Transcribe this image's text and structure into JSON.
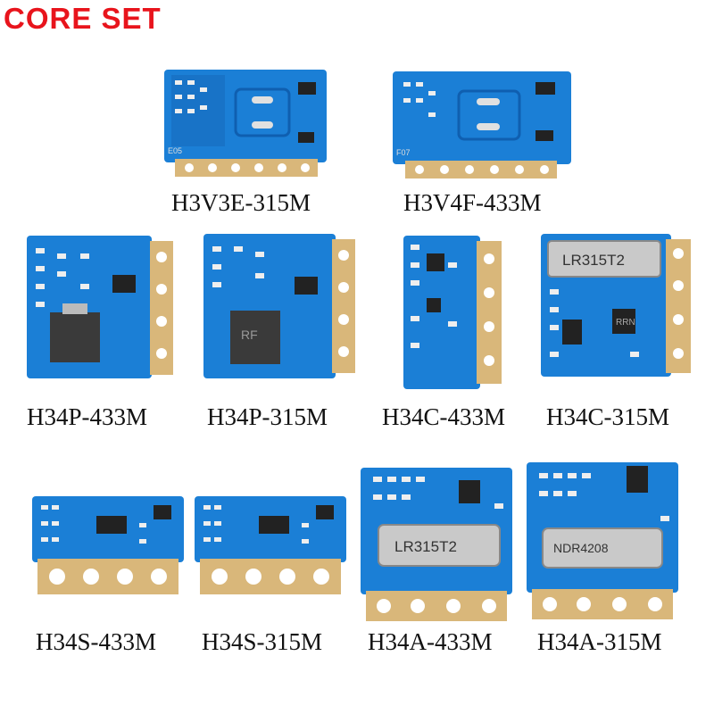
{
  "brand": {
    "text": "CORE SET",
    "color": "#e8141c"
  },
  "colors": {
    "pcb": "#1b7fd6",
    "pcb_dark": "#0f5fb0",
    "pad": "#d9b77a",
    "shield": "#c9c9c9"
  },
  "modules": [
    {
      "name": "H3V3E-315M",
      "silk": "E05"
    },
    {
      "name": "H3V4F-433M",
      "silk": "F07"
    },
    {
      "name": "H34P-433M"
    },
    {
      "name": "H34P-315M",
      "chip": "RF"
    },
    {
      "name": "H34C-433M"
    },
    {
      "name": "H34C-315M",
      "resonator": "LR315T2",
      "chip": "RRN"
    },
    {
      "name": "H34S-433M"
    },
    {
      "name": "H34S-315M"
    },
    {
      "name": "H34A-433M",
      "resonator": "LR315T2"
    },
    {
      "name": "H34A-315M",
      "resonator": "NDR4208"
    }
  ]
}
